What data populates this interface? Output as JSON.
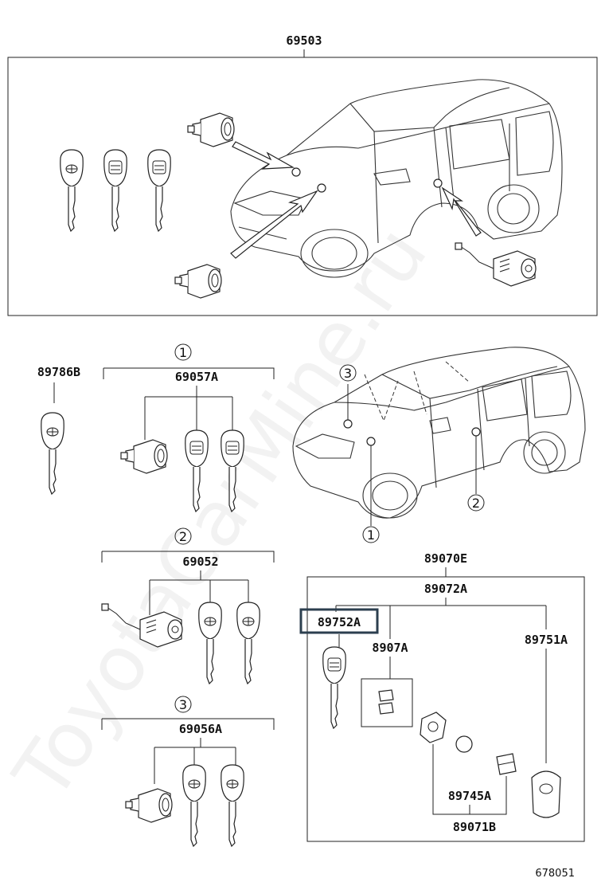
{
  "watermark": "ToyotaCarMine.ru",
  "drawing_number": "678051",
  "labels": {
    "set_69503": "69503",
    "key_89786B": "89786B",
    "set_69057A": "69057A",
    "set_69052": "69052",
    "set_69056A": "69056A",
    "kit_89070E": "89070E",
    "kit_89072A": "89072A",
    "key_89752A": "89752A",
    "part_89907A": "8907A",
    "fob_89751A": "89751A",
    "part_89745A": "89745A",
    "part_89071B": "89071B"
  },
  "callouts": {
    "c1": "1",
    "c2": "2",
    "c3": "3",
    "car_c1": "1",
    "car_c2": "2",
    "car_c3": "3"
  },
  "highlighted_part": "89752A",
  "colors": {
    "highlight": "#2c3f4f",
    "line": "#222222"
  }
}
